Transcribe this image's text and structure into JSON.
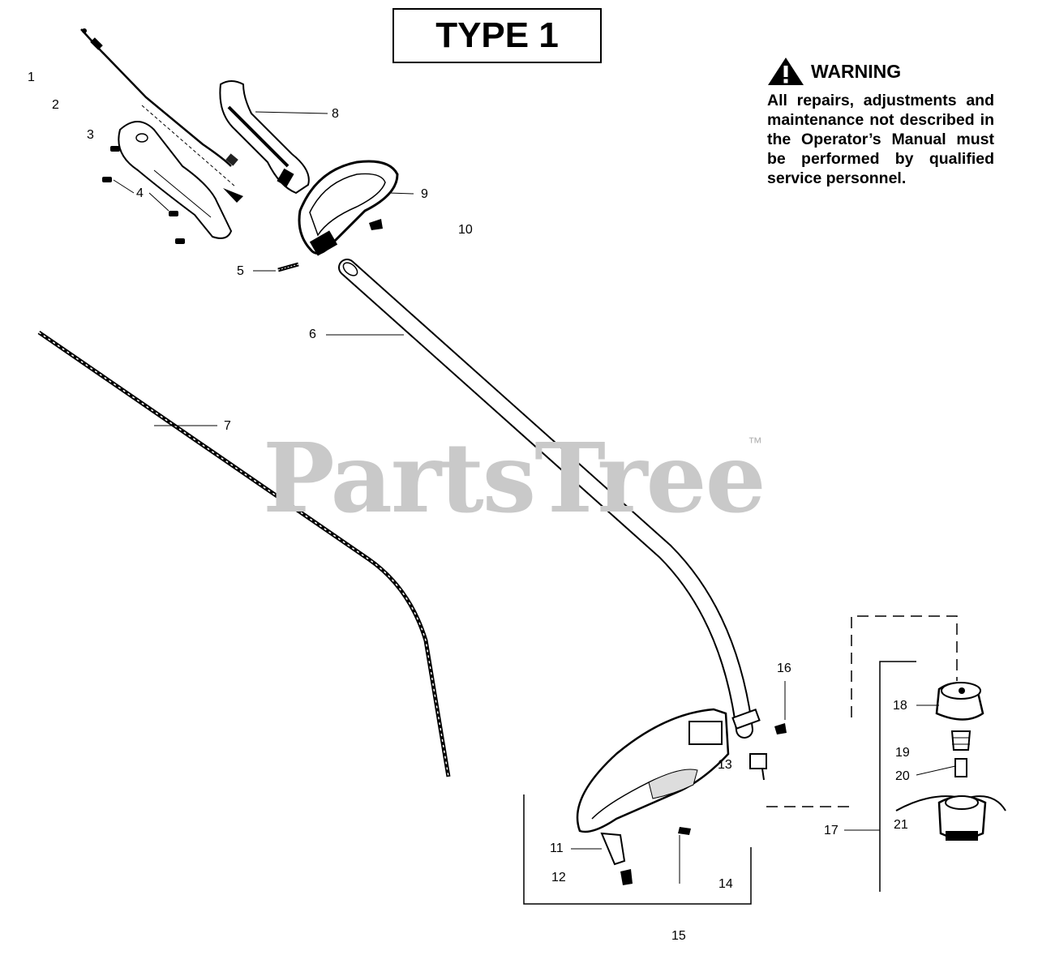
{
  "title": "TYPE 1",
  "warning": {
    "heading": "WARNING",
    "text": "All repairs, adjustments and maintenance not described in the Operator’s Manual must be performed by qualified service personnel.",
    "icon": "warning-triangle-icon"
  },
  "watermark": {
    "text": "PartsTree",
    "mark": "™"
  },
  "callouts": [
    "1",
    "2",
    "3",
    "4",
    "5",
    "6",
    "7",
    "8",
    "9",
    "10",
    "11",
    "12",
    "13",
    "14",
    "15",
    "16",
    "17",
    "18",
    "19",
    "20",
    "21"
  ]
}
